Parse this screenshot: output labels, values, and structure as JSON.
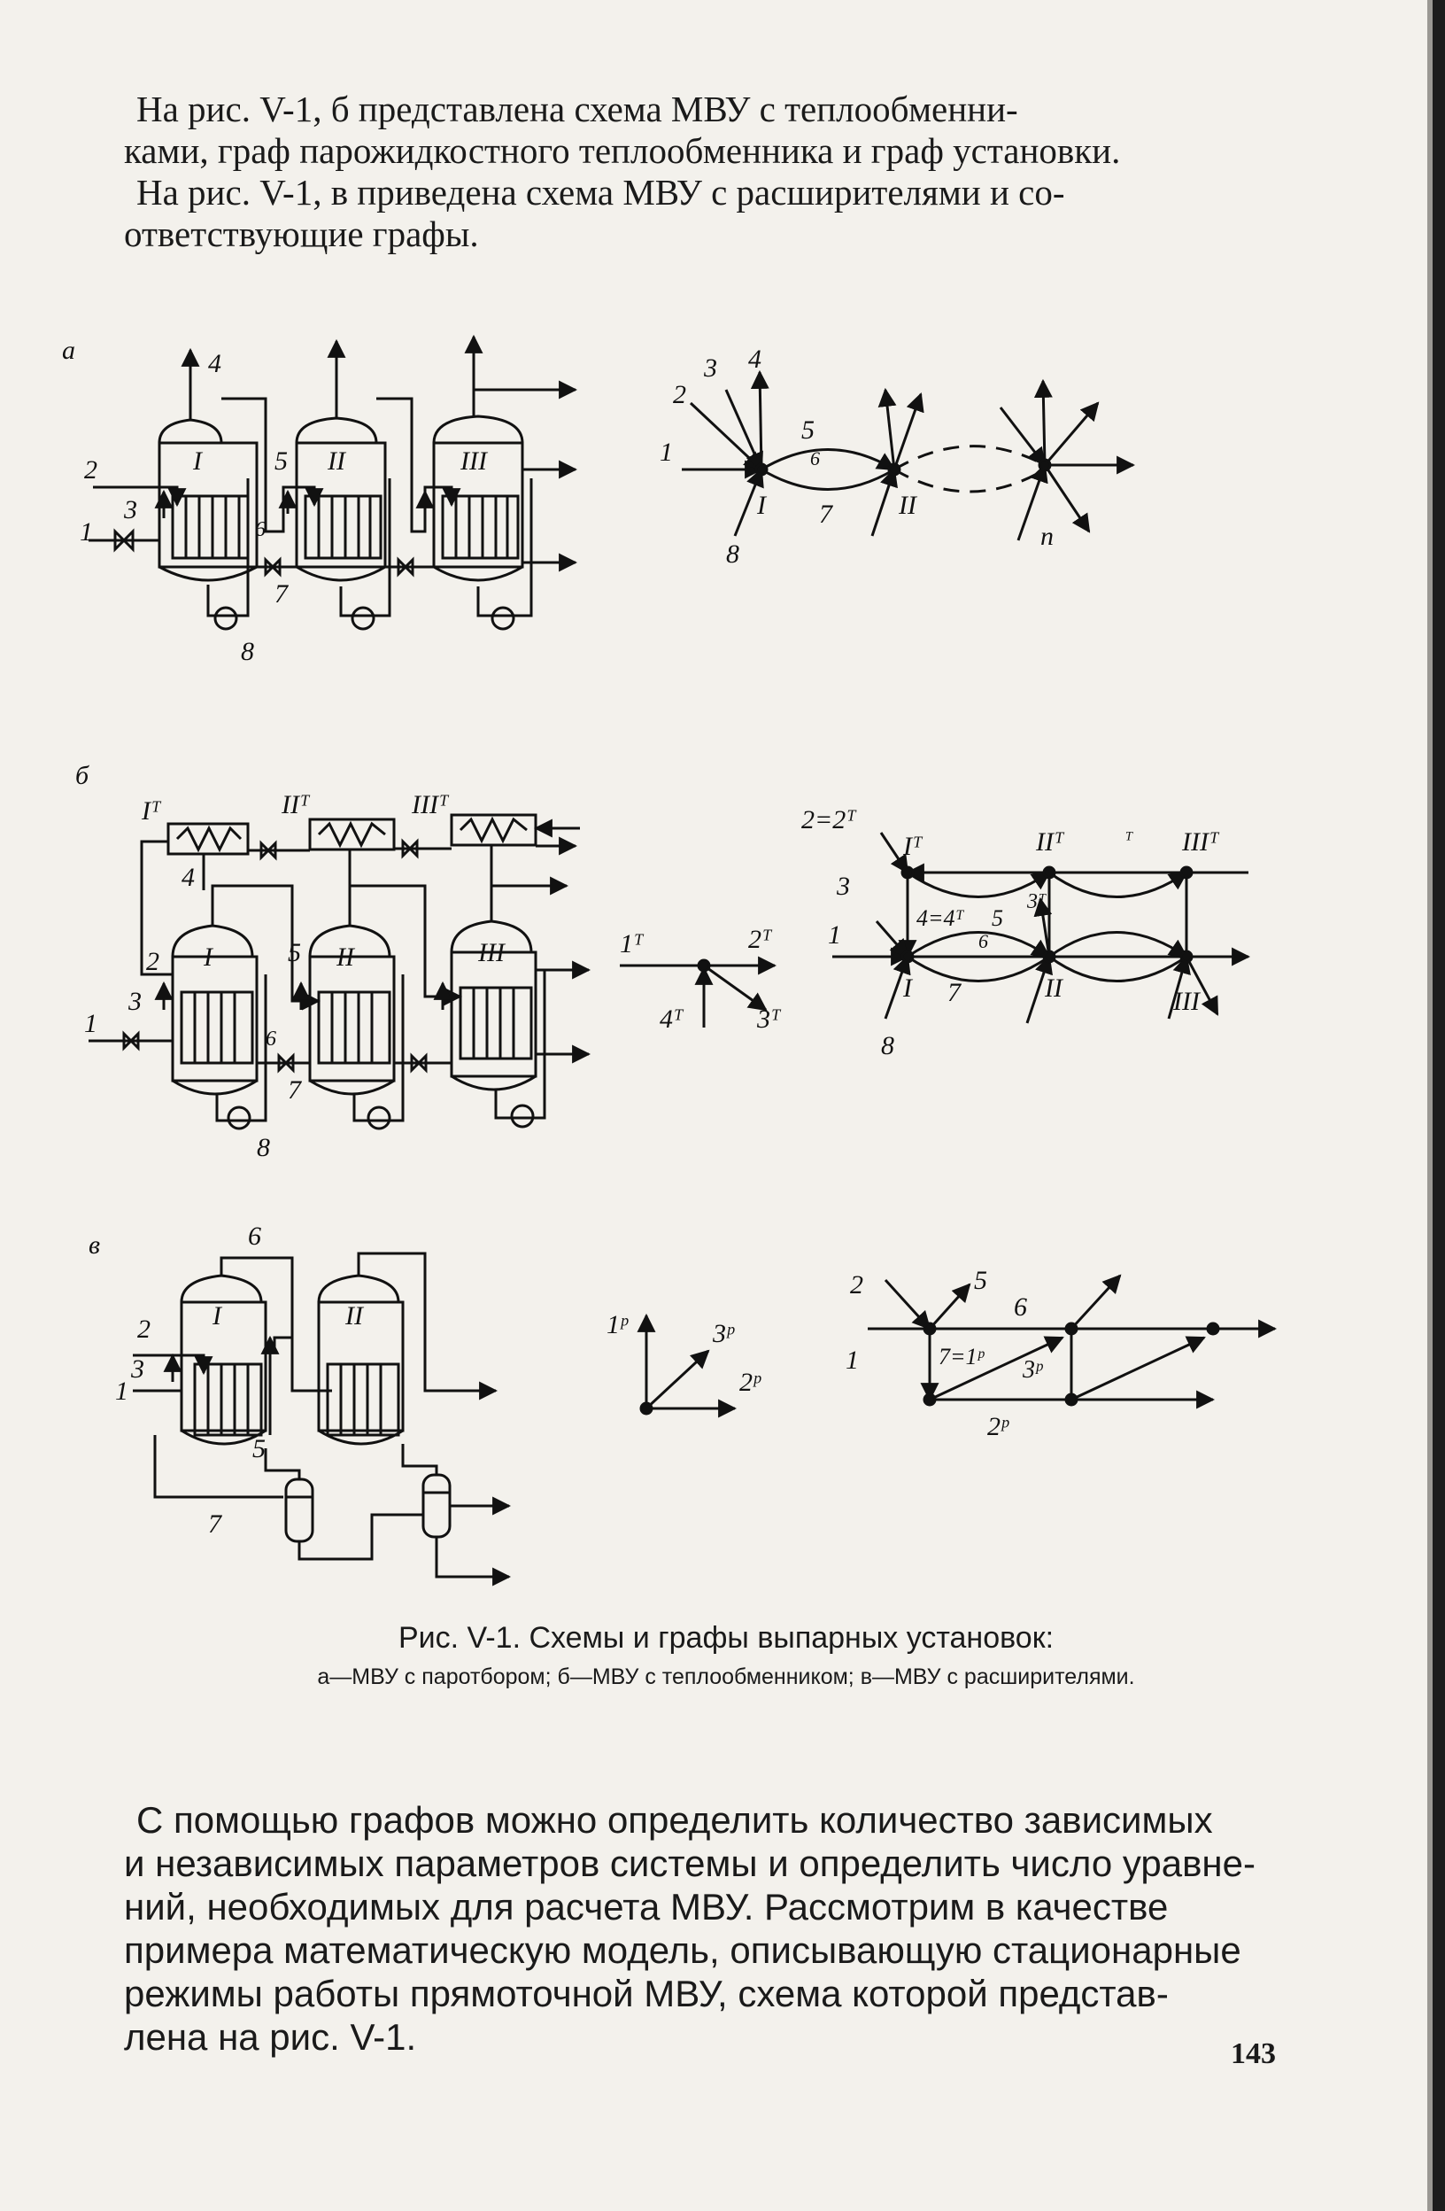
{
  "paragraph_top": {
    "line1": "На рис. V-1, б представлена схема МВУ с теплообменни-",
    "line2": "ками, граф парожидкостного теплообменника и граф установки.",
    "line3": "На рис. V-1, в приведена схема МВУ с расширителями и со-",
    "line4": "ответствующие графы."
  },
  "figure": {
    "panel_a": {
      "letter": "а",
      "scheme_labels": [
        "1",
        "2",
        "3",
        "4",
        "5",
        "6",
        "7",
        "8"
      ],
      "vessels": [
        "I",
        "II",
        "III"
      ],
      "graph_labels": [
        "1",
        "2",
        "3",
        "4",
        "5",
        "6",
        "7",
        "8"
      ],
      "graph_nodes": [
        "I",
        "II",
        "n"
      ]
    },
    "panel_b": {
      "letter": "б",
      "exchangers": [
        "Iᵀ",
        "IIᵀ",
        "IIIᵀ"
      ],
      "scheme_labels": [
        "1",
        "2",
        "3",
        "4",
        "5",
        "6",
        "7",
        "8"
      ],
      "vessels": [
        "I",
        "II",
        "III"
      ],
      "exchanger_graph_labels": [
        "1ᵀ",
        "2ᵀ",
        "3ᵀ",
        "4ᵀ"
      ],
      "graph_labels": {
        "eq1": "2=2ᵀ",
        "eq2": "4=4ᵀ",
        "n3": "3",
        "n3t": "3ᵀ",
        "n5": "5",
        "n6": "6",
        "n7": "7",
        "n8": "8",
        "n1": "1",
        "tick": "ᵀ"
      },
      "graph_nodes": [
        "I",
        "II",
        "III",
        "Iᵀ",
        "IIᵀ",
        "IIIᵀ"
      ]
    },
    "panel_v": {
      "letter": "в",
      "scheme_labels": [
        "1",
        "2",
        "3",
        "5",
        "6",
        "7"
      ],
      "vessels": [
        "I",
        "II"
      ],
      "expander_graph_labels": [
        "1ᵖ",
        "2ᵖ",
        "3ᵖ"
      ],
      "graph_labels": {
        "n1": "1",
        "n2": "2",
        "n5": "5",
        "n6": "6",
        "eq": "7=1ᵖ",
        "n3p": "3ᵖ",
        "n2p": "2ᵖ"
      }
    }
  },
  "caption": {
    "title": "Рис. V-1. Схемы и графы выпарных установок:",
    "legend": "а—МВУ с паротбором; б—МВУ с теплообменником; в—МВУ с расширителями."
  },
  "paragraph_bottom": {
    "line1": "С помощью графов можно определить количество зависимых",
    "line2": "и независимых параметров системы и определить число уравне-",
    "line3": "ний, необходимых для расчета МВУ. Рассмотрим в качестве",
    "line4": "примера математическую модель, описывающую стационарные",
    "line5": "режимы работы прямоточной МВУ, схема которой представ-",
    "line6": "лена на рис. V-1."
  },
  "page_number": "143"
}
